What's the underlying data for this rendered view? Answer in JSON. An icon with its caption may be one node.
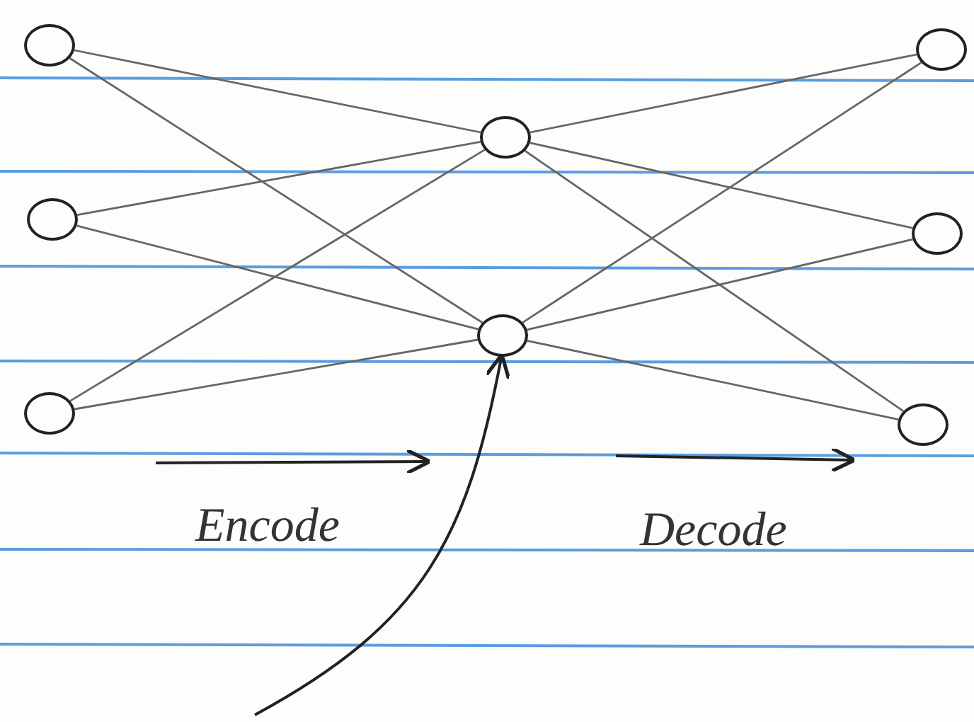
{
  "diagram": {
    "nodes": [
      {
        "text": [],
        "shape": "circle"
      },
      {
        "text": [],
        "shape": "circle"
      },
      {
        "text": [],
        "shape": "circle"
      },
      {
        "text": [],
        "shape": "circle"
      },
      {
        "text": [],
        "shape": "circle"
      },
      {
        "text": [],
        "shape": "circle"
      },
      {
        "text": [],
        "shape": "circle"
      },
      {
        "text": [],
        "shape": "circle"
      }
    ],
    "edges": [
      {
        "from": 0,
        "to": 3,
        "arrow": "none"
      },
      {
        "from": 0,
        "to": 4,
        "arrow": "none"
      },
      {
        "from": 1,
        "to": 3,
        "arrow": "none"
      },
      {
        "from": 1,
        "to": 4,
        "arrow": "none"
      },
      {
        "from": 2,
        "to": 3,
        "arrow": "none"
      },
      {
        "from": 2,
        "to": 4,
        "arrow": "none"
      },
      {
        "from": 3,
        "to": 5,
        "arrow": "none"
      },
      {
        "from": 3,
        "to": 6,
        "arrow": "none"
      },
      {
        "from": 3,
        "to": 7,
        "arrow": "none"
      },
      {
        "from": 4,
        "to": 5,
        "arrow": "none"
      },
      {
        "from": 4,
        "to": 6,
        "arrow": "none"
      },
      {
        "from": 4,
        "to": 7,
        "arrow": "none"
      },
      {
        "from": null,
        "to": 4,
        "arrow": "to"
      }
    ],
    "labels": [
      "Encode",
      "Decode"
    ]
  }
}
